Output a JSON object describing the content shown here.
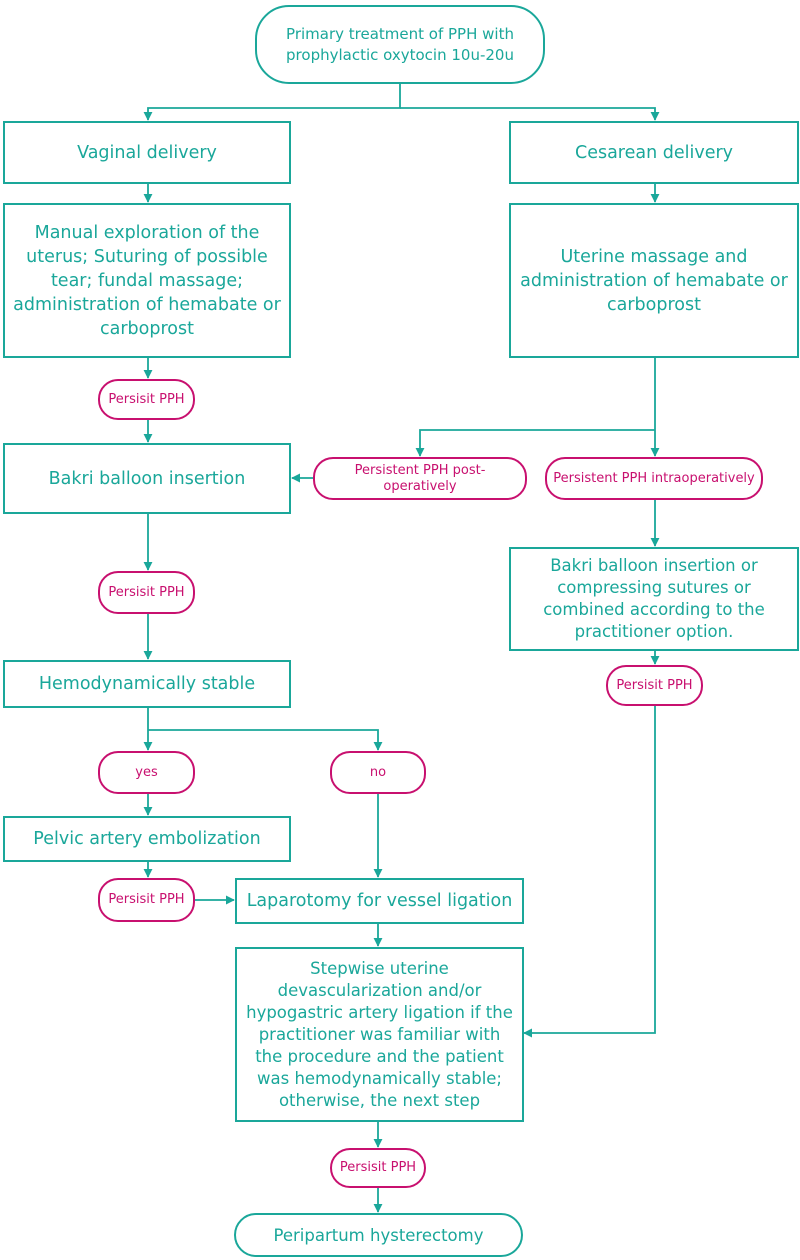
{
  "nodes": {
    "start": "Primary treatment of PPH with prophylactic oxytocin 10u-20u",
    "vaginal_delivery": "Vaginal delivery",
    "cesarean_delivery": "Cesarean delivery",
    "manual_exploration": "Manual exploration of the uterus; Suturing of possible tear; fundal massage; administration of hemabate or carboprost",
    "uterine_massage": "Uterine massage and administration of hemabate or carboprost",
    "bakri_balloon": "Bakri balloon insertion",
    "bakri_or_sutures": "Bakri balloon insertion or compressing sutures or combined according to the practitioner option.",
    "hemodynamically_stable": "Hemodynamically stable",
    "pelvic_embolization": "Pelvic artery embolization",
    "laparotomy": "Laparotomy for vessel ligation",
    "devascularization": "Stepwise uterine devascularization and/or hypogastric artery ligation if the practitioner was familiar with the procedure and the patient was hemodynamically stable; otherwise, the next step",
    "hysterectomy": "Peripartum hysterectomy"
  },
  "conditions": {
    "persist_1": "Persisit PPH",
    "persist_2": "Persisit PPH",
    "persist_3": "Persisit PPH",
    "persist_4": "Persisit PPH",
    "persist_5": "Persisit PPH",
    "persistent_post": "Persistent PPH post-operatively",
    "persistent_intra": "Persistent PPH intraoperatively",
    "yes": "yes",
    "no": "no"
  },
  "colors": {
    "teal": "#1aa79a",
    "magenta": "#c8106f"
  }
}
